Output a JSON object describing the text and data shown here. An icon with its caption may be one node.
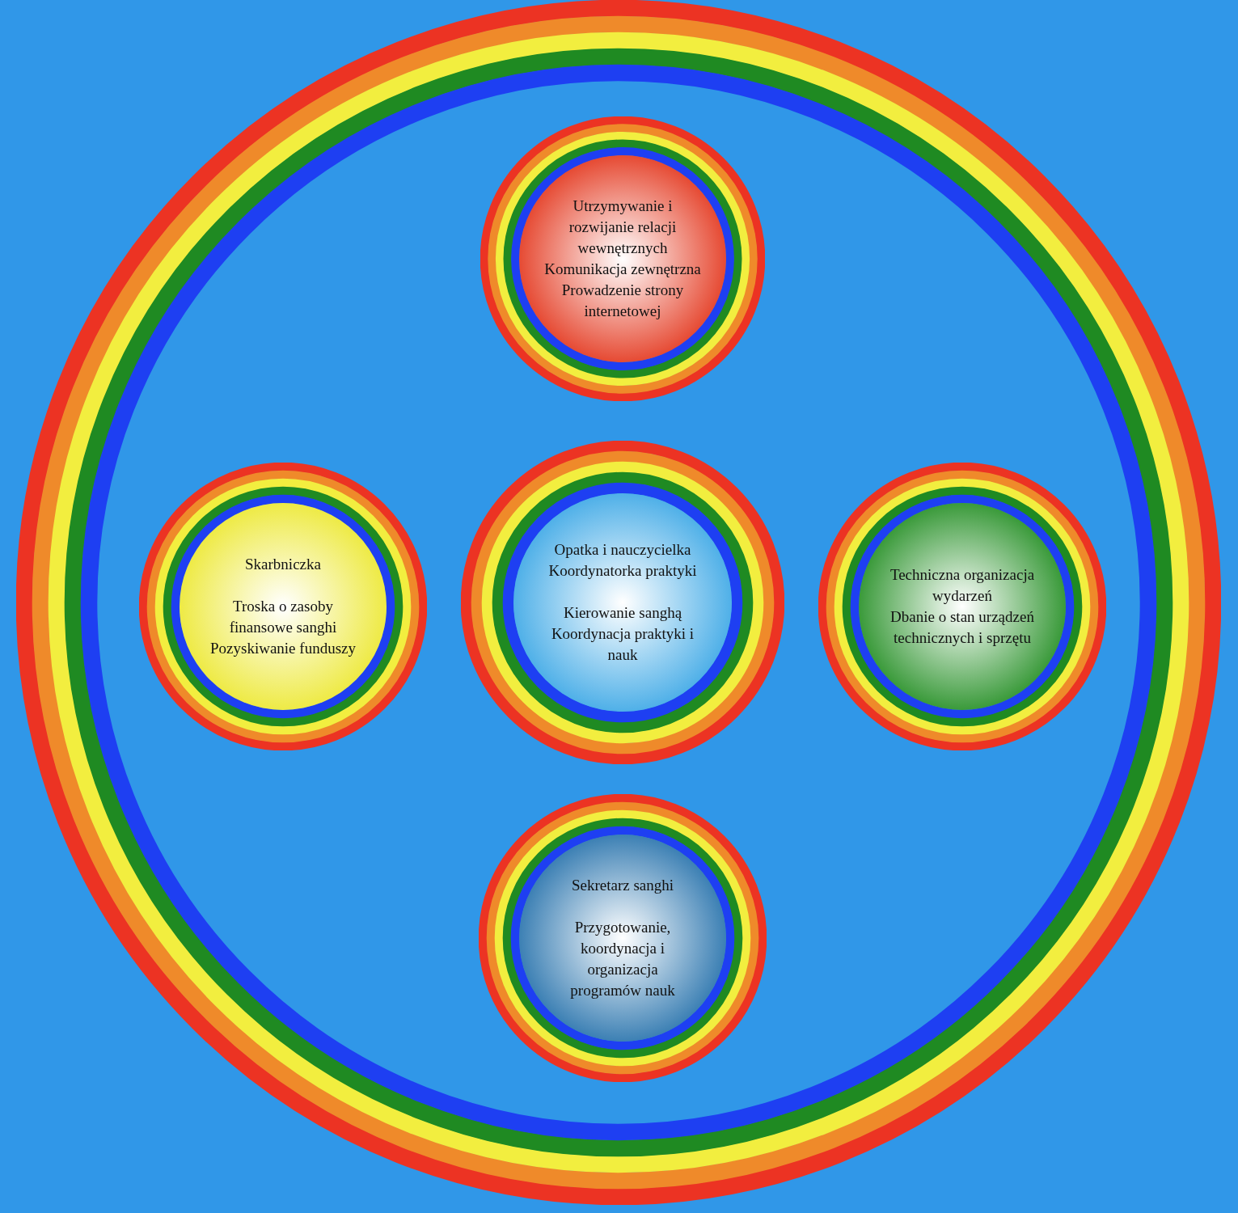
{
  "diagram": {
    "nodes": [
      {
        "text": [],
        "shape": "circle"
      },
      {
        "text": [
          "Utrzymywanie i rozwijanie relacji wewnętrznych",
          "Komunikacja zewnętrzna",
          "Prowadzenie strony internetowej"
        ],
        "in": 0
      },
      {
        "text": [
          "Skarbniczka",
          "Troska o zasoby finansowe sanghi",
          "Pozyskiwanie funduszy"
        ],
        "in": 0
      },
      {
        "text": [
          "Opatka i nauczycielka",
          "Koordynatorka praktyki",
          "Kierowanie sanghą",
          "Koordynacja praktyki i nauk"
        ],
        "in": 0
      },
      {
        "text": [
          "Techniczna organizacja wydarzeń",
          "Dbanie o stan urządzeń technicznych i sprzętu"
        ],
        "in": 0
      },
      {
        "text": [
          "Sekretarz sanghi",
          "Przygotowanie, koordynacja i organizacja programów nauk"
        ],
        "in": 0
      }
    ],
    "edges": []
  }
}
